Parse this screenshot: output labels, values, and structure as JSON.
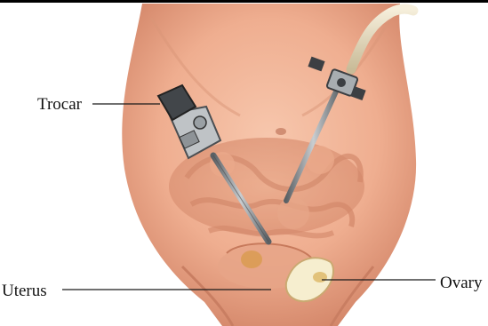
{
  "labels": {
    "trocar": "Trocar",
    "uterus": "Uterus",
    "ovary": "Ovary"
  },
  "colors": {
    "background": "#ffffff",
    "skin": "#f2b598",
    "skin_shadow": "#d98a6c",
    "intestine": "#e39c7e",
    "instrument_metal": "#8e9397",
    "instrument_dark": "#3c3f43",
    "cable": "#e8dcc0",
    "leader_line": "#1a1a1a"
  },
  "icons": {
    "trocar": "trocar-instrument-icon",
    "laparoscope": "laparoscope-instrument-icon"
  }
}
